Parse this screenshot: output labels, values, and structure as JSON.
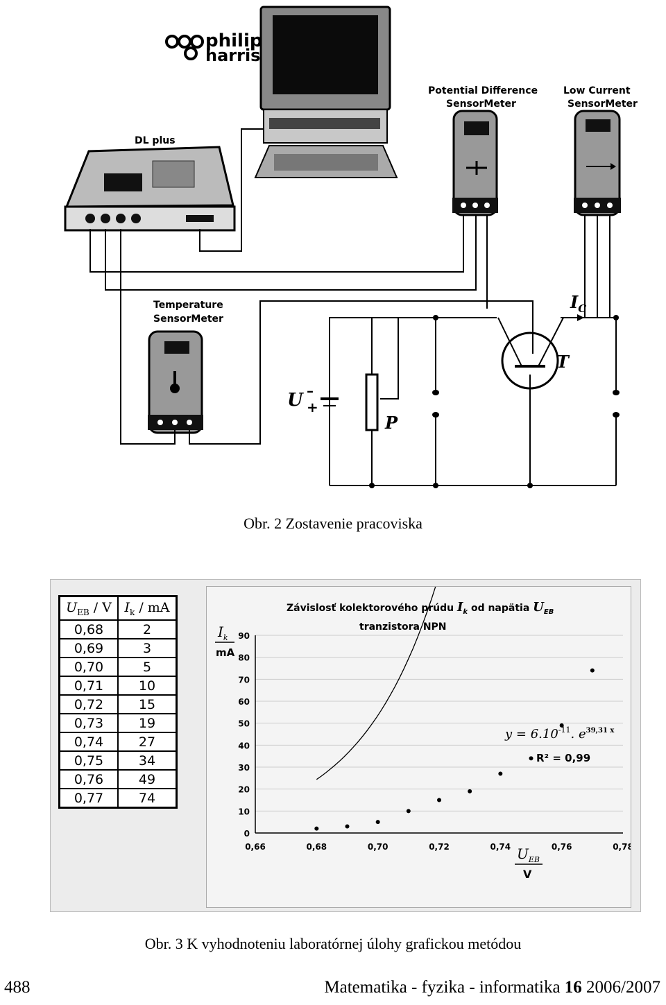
{
  "apparatus": {
    "logo_text": "philip harris",
    "devices": {
      "dl_plus": "DL plus",
      "potential_difference": "Potential Difference SensorMeter",
      "low_current": "Low Current SensorMeter",
      "temperature": "Temperature SensorMeter"
    },
    "circuit_labels": {
      "u": "U",
      "p": "P",
      "t": "T",
      "ic": "I",
      "ic_sub": "C",
      "minus": "–",
      "plus": "+"
    }
  },
  "caption_fig2": "Obr. 2 Zostavenie pracoviska",
  "table": {
    "headers": [
      "U_EB / V",
      "I_k / mA"
    ],
    "header_display": [
      {
        "main": "U",
        "sub": "EB",
        "unit": " / V"
      },
      {
        "main": "I",
        "sub": "k",
        "unit": " / mA"
      }
    ],
    "rows": [
      [
        "0,68",
        "2"
      ],
      [
        "0,69",
        "3"
      ],
      [
        "0,70",
        "5"
      ],
      [
        "0,71",
        "10"
      ],
      [
        "0,72",
        "15"
      ],
      [
        "0,73",
        "19"
      ],
      [
        "0,74",
        "27"
      ],
      [
        "0,75",
        "34"
      ],
      [
        "0,76",
        "49"
      ],
      [
        "0,77",
        "74"
      ]
    ]
  },
  "chart_data": {
    "type": "scatter",
    "title": "Závislosť kolektorového prúdu I_k od napätia U_EB",
    "subtitle": "tranzistora NPN",
    "title_parts": {
      "pre": "Závislosť kolektorového prúdu ",
      "ik": "I",
      "ik_sub": "k",
      "mid": " od napätia ",
      "ueb": "U",
      "ueb_sub": "EB"
    },
    "ylabel": "I_k / mA",
    "ylabel_parts": {
      "num": "I",
      "num_sub": "k",
      "den": "mA"
    },
    "xlabel": "U_EB / V",
    "xlabel_parts": {
      "num": "U",
      "num_sub": "EB",
      "den": "V"
    },
    "x": [
      0.68,
      0.69,
      0.7,
      0.71,
      0.72,
      0.73,
      0.74,
      0.75,
      0.76,
      0.77
    ],
    "y": [
      2,
      3,
      5,
      10,
      15,
      19,
      27,
      34,
      49,
      74
    ],
    "xlim": [
      0.66,
      0.78
    ],
    "ylim": [
      0,
      90
    ],
    "x_ticks": [
      "0,66",
      "0,68",
      "0,70",
      "0,72",
      "0,74",
      "0,76",
      "0,78"
    ],
    "x_tick_values": [
      0.66,
      0.68,
      0.7,
      0.72,
      0.74,
      0.76,
      0.78
    ],
    "y_ticks": [
      "0",
      "10",
      "20",
      "30",
      "40",
      "50",
      "60",
      "70",
      "80",
      "90"
    ],
    "y_tick_values": [
      0,
      10,
      20,
      30,
      40,
      50,
      60,
      70,
      80,
      90
    ],
    "trendline": {
      "type": "exponential",
      "a": 6e-11,
      "b": 39.31
    },
    "equation": "y = 6.10⁻¹¹. e^39,31 x",
    "equation_parts": {
      "pre": "y = 6.10",
      "exp": "-11",
      "dot": ". e",
      "exp2": "39,31 x"
    },
    "r2": "R² = 0,99",
    "grid": true
  },
  "caption_fig3": "Obr. 3 K vyhodnoteniu laboratórnej úlohy grafickou metódou",
  "footer": {
    "page_number": "488",
    "journal": "Matematika - fyzika - informatika",
    "volume": "16",
    "year": "2006/2007"
  }
}
